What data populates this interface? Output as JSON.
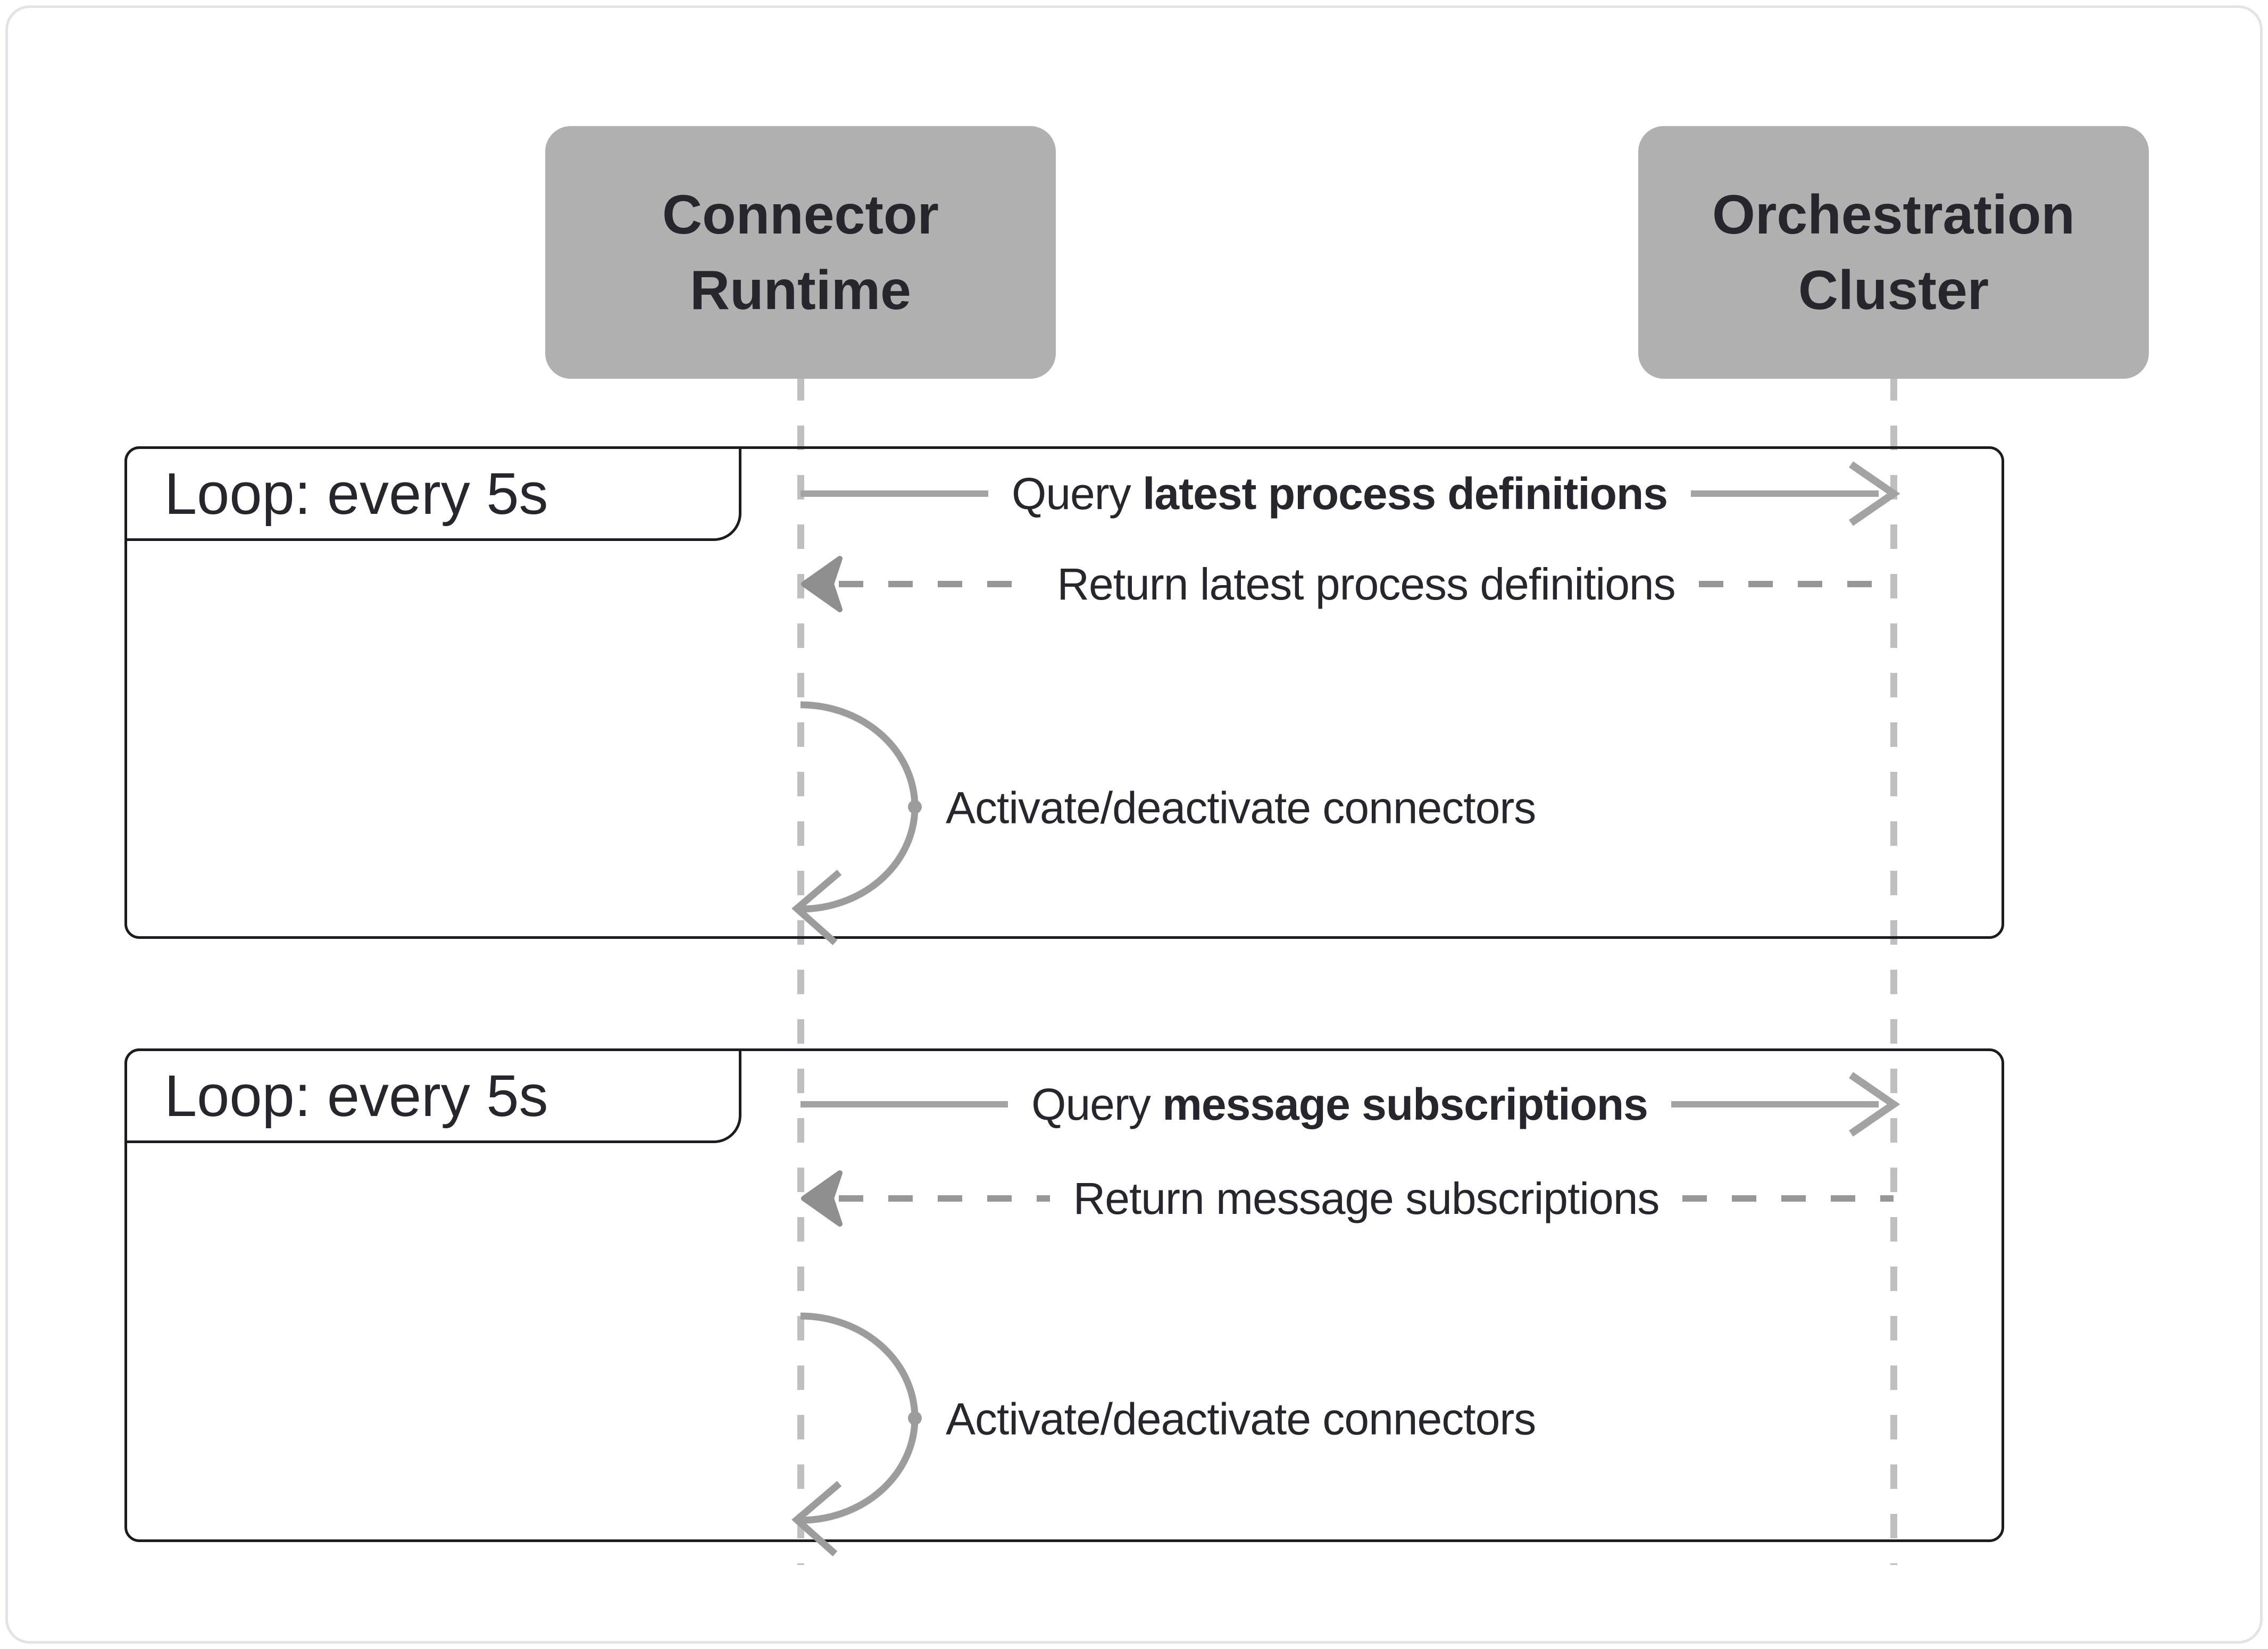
{
  "diagram": {
    "type": "sequence-diagram",
    "actors": [
      {
        "id": "connector-runtime",
        "line1": "Connector",
        "line2": "Runtime"
      },
      {
        "id": "orchestration-cluster",
        "line1": "Orchestration",
        "line2": "Cluster"
      }
    ],
    "loops": [
      {
        "label": "Loop: every 5s",
        "query_prefix": "Query ",
        "query_bold": "latest process definitions",
        "return_text": "Return latest process definitions",
        "self_text": "Activate/deactivate connectors"
      },
      {
        "label": "Loop: every 5s",
        "query_prefix": "Query ",
        "query_bold": "message subscriptions",
        "return_text": "Return message subscriptions",
        "self_text": "Activate/deactivate connectors"
      }
    ]
  },
  "colors": {
    "frame_border": "#e1e3e9",
    "actor_fill": "#b0b0b0",
    "actor_text": "#26262c",
    "loop_border": "#1b1b20",
    "lifeline": "#bfbfbf",
    "solid_line": "#a3a3a3",
    "dashed_line": "#969696",
    "arrowhead_fill": "#8f8f8f",
    "arc_stroke": "#9c9c9c",
    "text": "#26262c",
    "background": "#ffffff"
  }
}
